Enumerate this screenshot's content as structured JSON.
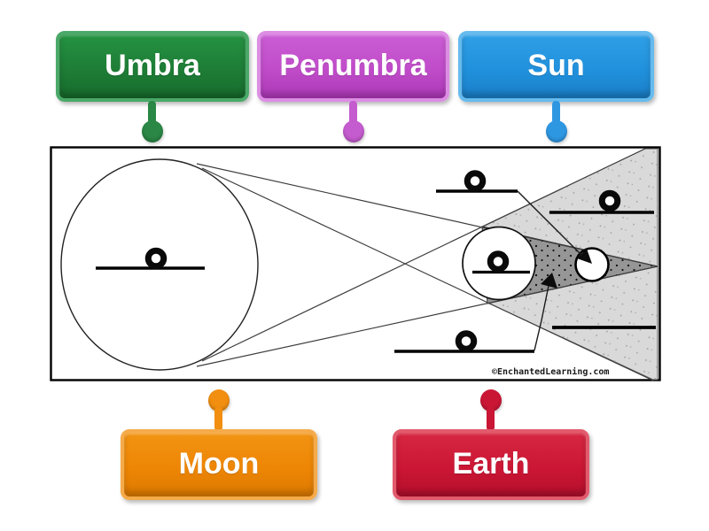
{
  "game": {
    "chips": [
      {
        "text": "Umbra",
        "row": "top",
        "color": "#1e7d36",
        "border_color": "#4aa968",
        "pin_color": "#2a8745"
      },
      {
        "text": "Penumbra",
        "row": "top",
        "color": "#c04cc9",
        "border_color": "#dd8de4",
        "pin_color": "#c45bce"
      },
      {
        "text": "Sun",
        "row": "top",
        "color": "#2191dd",
        "border_color": "#66bbee",
        "pin_color": "#2e97e2"
      },
      {
        "text": "Moon",
        "row": "bottom",
        "color": "#ee8605",
        "border_color": "#f6ab4a",
        "pin_color": "#f28f10"
      },
      {
        "text": "Earth",
        "row": "bottom",
        "color": "#cb1735",
        "border_color": "#e25a6c",
        "pin_color": "#ca1635"
      }
    ]
  },
  "diagram": {
    "credit": "©EnchantedLearning.com",
    "colors": {
      "background": "#ffffff",
      "border": "#000000",
      "umbra_fill": "#969696",
      "penumbra_fill": "#d9d9d9",
      "line": "#3d3d3d",
      "blank_line": "#000000"
    }
  }
}
